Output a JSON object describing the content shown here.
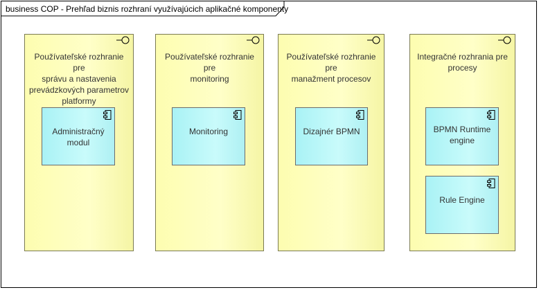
{
  "frame": {
    "title": "business COP - Prehľad biznis rozhraní využívajúcich aplikačné komponenty"
  },
  "interfaces": [
    {
      "lines": [
        "Používateľské rozhranie pre",
        "správu a nastavenia",
        "prevádzkových parametrov",
        "platformy"
      ],
      "components": [
        {
          "lines": [
            "Administračný modul"
          ]
        }
      ]
    },
    {
      "lines": [
        "Používateľské rozhranie pre",
        "monitoring"
      ],
      "components": [
        {
          "lines": [
            "Monitoring"
          ]
        }
      ]
    },
    {
      "lines": [
        "Používateľské rozhranie pre",
        "manažment procesov"
      ],
      "components": [
        {
          "lines": [
            "Dizajnér BPMN"
          ]
        }
      ]
    },
    {
      "lines": [
        "Integračné rozhrania pre",
        "procesy"
      ],
      "components": [
        {
          "lines": [
            "BPMN Runtime",
            "engine"
          ]
        },
        {
          "lines": [
            "Rule Engine"
          ]
        }
      ]
    }
  ],
  "colors": {
    "interface_fill": "#ffffc0",
    "component_fill": "#bff7f9",
    "border": "#000000"
  },
  "icons": {
    "interface": "interface-lollipop-icon",
    "component": "component-icon"
  }
}
